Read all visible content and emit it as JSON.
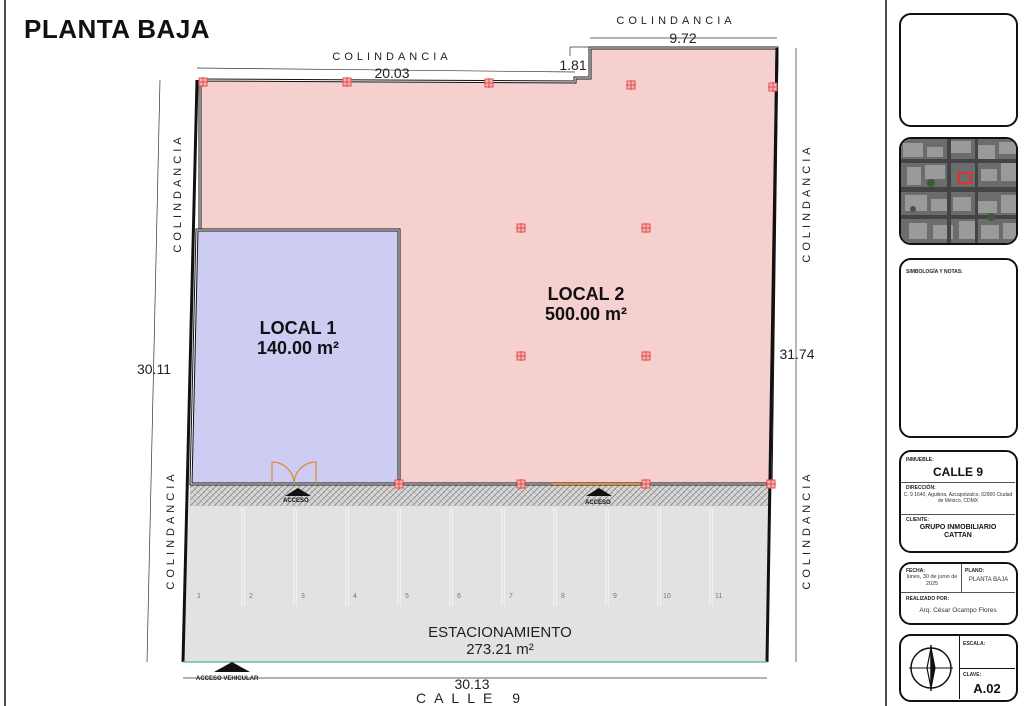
{
  "plan": {
    "title": "PLANTA BAJA",
    "neighbor_label": "COLINDANCIA",
    "street_label": "CALLE 9",
    "dimensions": {
      "top_left": "20.03",
      "top_step": "1.81",
      "top_right": "9.72",
      "left": "30.11",
      "right": "31.74",
      "bottom": "30.13"
    },
    "rooms": [
      {
        "name": "LOCAL 1",
        "area": "140.00 m²",
        "fill": "#cdcdf4"
      },
      {
        "name": "LOCAL 2",
        "area": "500.00 m²",
        "fill": "#f6cfcf"
      }
    ],
    "parking": {
      "name": "ESTACIONAMIENTO",
      "area": "273.21 m²",
      "fill": "#e2e2e2",
      "stall_numbers": [
        "1",
        "2",
        "3",
        "4",
        "5",
        "6",
        "7",
        "8",
        "9",
        "10",
        "11"
      ]
    },
    "access_labels": {
      "pedestrian_1": "ACCESO",
      "pedestrian_2": "ACCESO",
      "vehicular": "ACCESO VEHICULAR"
    },
    "column_color": "#e05050"
  },
  "title_block": {
    "simbologia_label": "SIMBOLOGÍA Y NOTAS:",
    "inmueble_label": "INMUEBLE:",
    "inmueble": "CALLE 9",
    "direccion_label": "DIRECCIÓN:",
    "direccion": "C. 9 1640, Aguilera, Azcapotzalco, 02900 Ciudad de México, CDMX",
    "cliente_label": "CLIENTE:",
    "cliente": "GRUPO INMOBILIARIO CATTAN",
    "fecha_label": "FECHA:",
    "fecha": "lunes, 30 de junio de 2025",
    "plano_label": "PLANO:",
    "plano": "PLANTA BAJA",
    "realizado_label": "REALIZADO POR:",
    "realizado": "Arq. César Ocampo Flores",
    "escala_label": "ESCALA:",
    "clave_label": "CLAVE:",
    "clave": "A.02"
  }
}
